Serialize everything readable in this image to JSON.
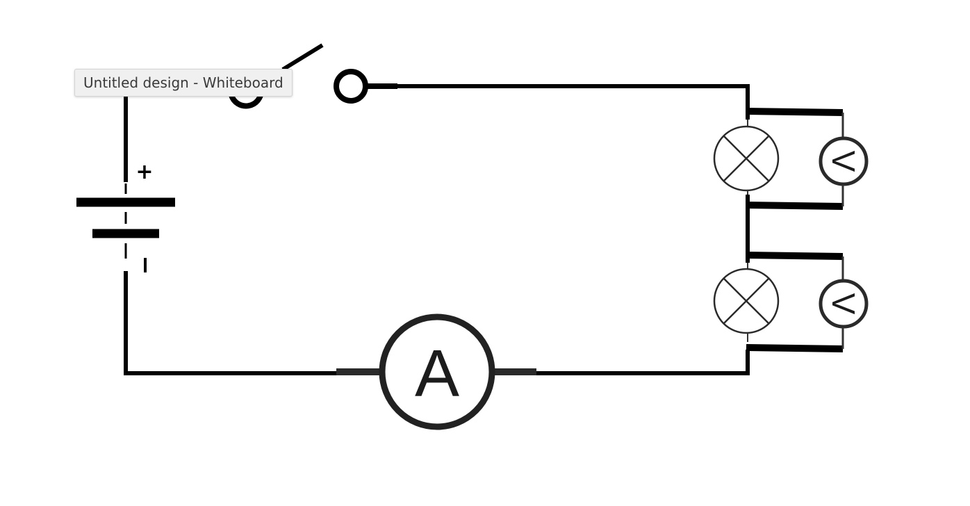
{
  "window": {
    "tooltip_title": "Untitled design - Whiteboard"
  },
  "diagram": {
    "battery": {
      "positive_label": "+",
      "negative_label": "-"
    },
    "ammeter": {
      "label": "A"
    },
    "voltmeters": [
      {
        "label": "V"
      },
      {
        "label": "V"
      }
    ],
    "lamps": [
      {
        "symbol": "lamp-cross-icon"
      },
      {
        "symbol": "lamp-cross-icon"
      }
    ],
    "switch": {
      "state": "open"
    }
  }
}
